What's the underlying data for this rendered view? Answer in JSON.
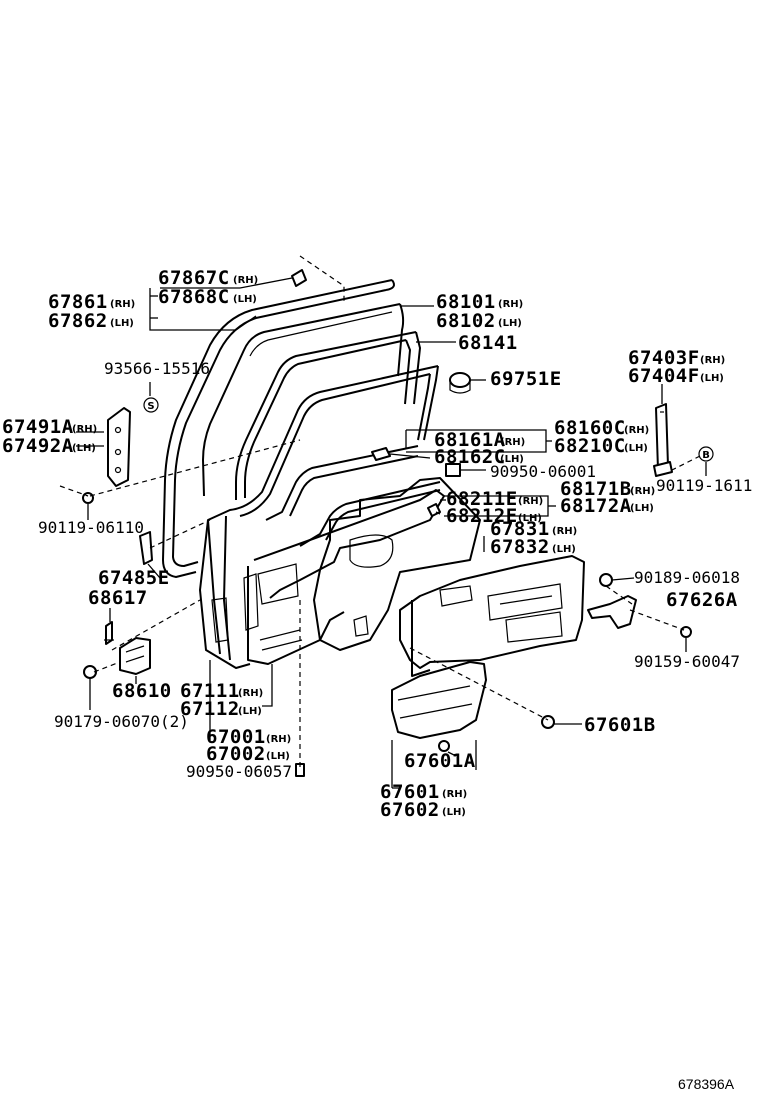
{
  "labels": {
    "p67867C": "67867C",
    "p67868C": "67868C",
    "p67861": "67861",
    "p67862": "67862",
    "p68101": "68101",
    "p68102": "68102",
    "p68141": "68141",
    "p93566": "93566-15516",
    "p69751E": "69751E",
    "p67403F": "67403F",
    "p67404F": "67404F",
    "p67491A": "67491A",
    "p67492A": "67492A",
    "p68161A": "68161A",
    "p68162C": "68162C",
    "p68160C": "68160C",
    "p68210C": "68210C",
    "p90950_06001": "90950-06001",
    "p90119_1611": "90119-1611",
    "p68211E": "68211E",
    "p68212E": "68212E",
    "p68171B": "68171B",
    "p68172A": "68172A",
    "p90119_06110": "90119-06110",
    "p67831": "67831",
    "p67832": "67832",
    "p67485E": "67485E",
    "p68617": "68617",
    "p90189": "90189-06018",
    "p67626A": "67626A",
    "p68610": "68610",
    "p90159": "90159-60047",
    "p67111": "67111",
    "p67112": "67112",
    "p90179": "90179-06070(2)",
    "p67601B": "67601B",
    "p67001": "67001",
    "p67002": "67002",
    "p90950_06057": "90950-06057",
    "p67601A": "67601A",
    "p67601": "67601",
    "p67602": "67602"
  },
  "side": {
    "rh": "(RH)",
    "lh": "(LH)"
  },
  "markers": {
    "s": "S",
    "b": "B"
  },
  "figure_id": "678396A"
}
